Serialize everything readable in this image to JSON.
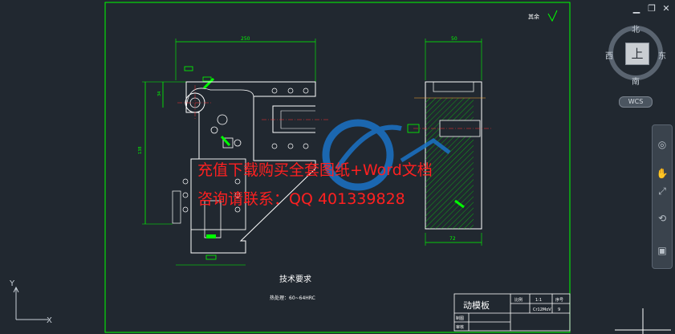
{
  "window": {
    "controls": {
      "minimize": "▁",
      "restore": "❐",
      "close": "✕"
    }
  },
  "drawing": {
    "roughness_label": "其余",
    "dimensions": {
      "top_width": "250",
      "right_width": "50",
      "bottom_width": "72",
      "left_height": "138",
      "left_small": "34"
    },
    "tech_requirements_title": "技术要求",
    "tech_requirements_text": "热处理：60~64HRC",
    "watermark_line1": "充值下载购买全套图纸+Word文档",
    "watermark_line2": "咨询请联系：QQ 401339828"
  },
  "title_block": {
    "part_name": "动模板",
    "ratio_label": "比例",
    "ratio_value": "1:1",
    "seq_label": "序号",
    "material_value": "Cr12MoV",
    "seq_value": "9",
    "drawn_label": "制图",
    "checked_label": "审核"
  },
  "viewcube": {
    "north": "北",
    "south": "南",
    "east": "东",
    "west": "西",
    "top_face": "上",
    "wcs": "WCS"
  },
  "ucs": {
    "y_label": "Y",
    "x_label": "X"
  },
  "colors": {
    "background": "#212830",
    "frame": "#00ff00",
    "geometry": "#ffffff",
    "centerline": "#ff3333",
    "dimension": "#00ff00",
    "watermark_text": "#ff2020",
    "watermark_logo": "#1a73c7"
  },
  "icons": [
    "minimize-icon",
    "restore-icon",
    "close-icon",
    "orbit-icon",
    "pan-icon",
    "zoom-icon",
    "steering-wheel-icon",
    "showmotion-icon"
  ]
}
